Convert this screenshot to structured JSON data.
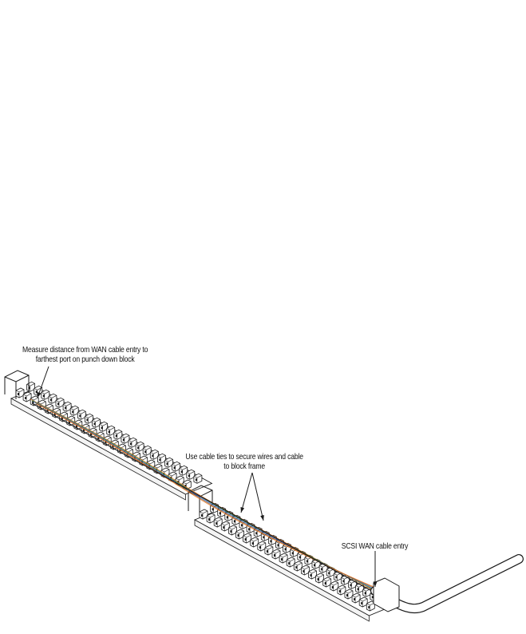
{
  "callouts": {
    "measure": {
      "line1": "Measure distance from WAN cable entry to",
      "line2": "farthest port on punch down block"
    },
    "ties": {
      "line1": "Use cable ties to secure wires and cable",
      "line2": "to block frame"
    },
    "entry": {
      "line1": "SCSI WAN cable entry"
    }
  },
  "colors": {
    "line": "#1a1a1a",
    "wire_orange": "#e8731c",
    "wire_green": "#2e8b3a",
    "wire_blue": "#3a5fd0",
    "wire_brown": "#8a5a2b"
  }
}
